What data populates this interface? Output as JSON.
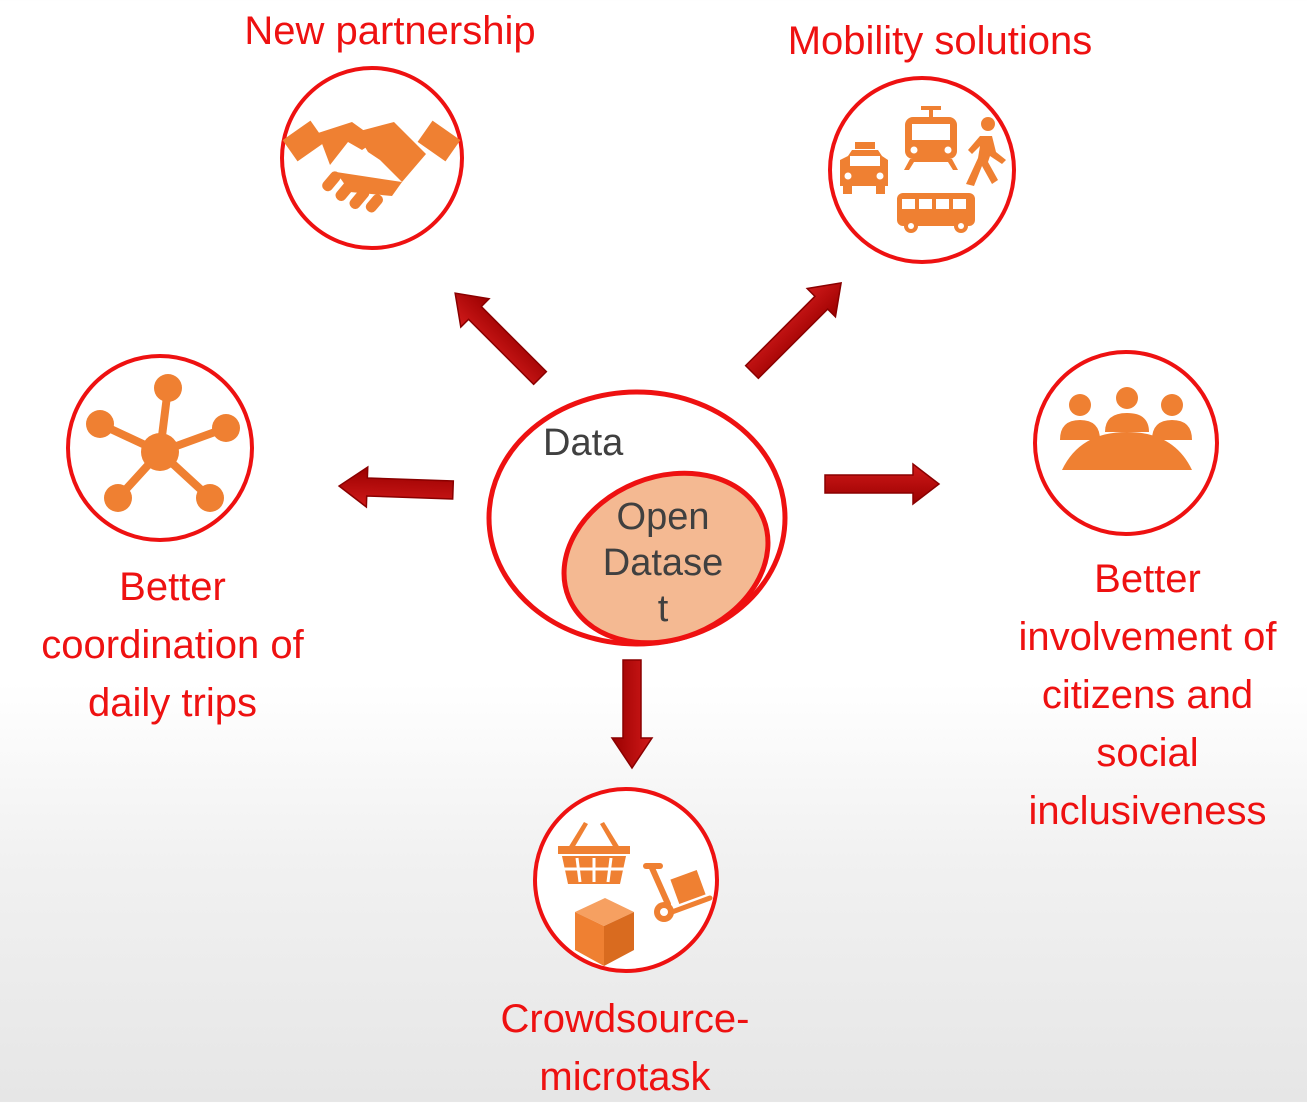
{
  "center": {
    "outer_label": "Data",
    "inner_label": "Open\nDatase\nt"
  },
  "nodes": {
    "partnership": {
      "label": "New partnership",
      "icon": "handshake-icon"
    },
    "mobility": {
      "label": "Mobility solutions",
      "icon": "transport-modes-icon"
    },
    "coordination": {
      "label": "Better\ncoordination of\ndaily trips",
      "icon": "network-hub-icon"
    },
    "involvement": {
      "label": "Better\ninvolvement of\ncitizens and\nsocial\ninclusiveness",
      "icon": "meeting-people-icon"
    },
    "crowdsource": {
      "label": "Crowdsource-\nmicrotask",
      "icon": "delivery-icon"
    }
  },
  "colors": {
    "accent_red": "#ee1111",
    "icon_orange": "#ef8032",
    "arrow_red": "#c00000",
    "inner_fill": "#f4b992",
    "text_dark": "#404040"
  }
}
